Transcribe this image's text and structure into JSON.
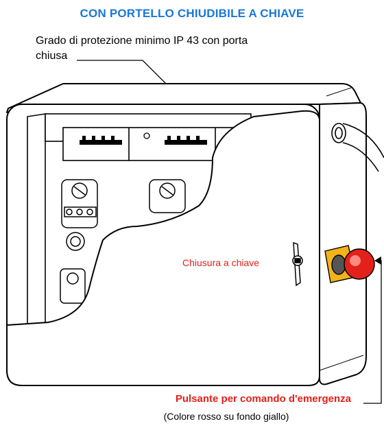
{
  "title": "CON PORTELLO CHIUDIBILE A CHIAVE",
  "protection_note_line1": "Grado di protezione minimo IP 43 con porta",
  "protection_note_line2": "chiusa",
  "lock_label": "Chiusura a chiave",
  "emergency_label": "Pulsante per comando d'emergenza",
  "emergency_sublabel": "(Colore rosso su fondo giallo)",
  "colors": {
    "title": "#1877d6",
    "label_red": "#e0201a",
    "button_red": "#e3211b",
    "plate_yellow": "#f2b31a"
  }
}
